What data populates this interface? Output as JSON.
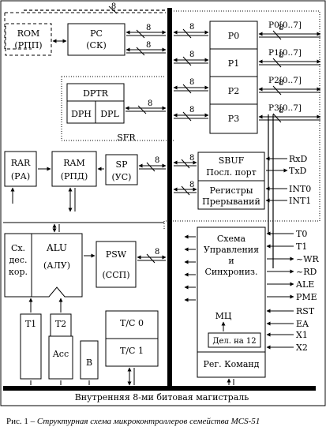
{
  "rom": {
    "name": "ROM",
    "sub": "(РПП)"
  },
  "pc": {
    "name": "PC",
    "sub": "(СК)"
  },
  "bus_width": "8",
  "ports": [
    "P0",
    "P1",
    "P2",
    "P3"
  ],
  "port_labels": [
    "P0[0..7]",
    "P1[0..7]",
    "P2[0..7]",
    "P3[0..7]"
  ],
  "dptr": {
    "name": "DPTR",
    "dph": "DPH",
    "dpl": "DPL"
  },
  "sfr": "SFR",
  "rar": {
    "name": "RAR",
    "sub": "(РА)"
  },
  "ram": {
    "name": "RAM",
    "sub": "(РПД)"
  },
  "sp": {
    "name": "SP",
    "sub": "(УС)"
  },
  "sbuf": {
    "line1": "SBUF",
    "line2": "Посл. порт"
  },
  "intregs": {
    "line1": "Регистры",
    "line2": "Прерываний"
  },
  "serial_signals": [
    "RxD",
    "TxD",
    "INT0",
    "INT1"
  ],
  "decimal_corr": [
    "Сх.",
    "дес.",
    "кор."
  ],
  "alu": {
    "name": "ALU",
    "sub": "(АЛУ)"
  },
  "psw": {
    "name": "PSW",
    "sub": "(ССП)"
  },
  "control": {
    "lines": [
      "Схема",
      "Управления",
      "и",
      "Синхрониз."
    ]
  },
  "control_signals": [
    "T0",
    "T1",
    "~WR",
    "~RD",
    "ALE",
    "PME",
    "RST",
    "EA",
    "X1",
    "X2"
  ],
  "mc": "МЦ",
  "divider": "Дел. на 12",
  "cmd_reg": "Рег. Команд",
  "t1": "T1",
  "t2": "T2",
  "acc": "Acc",
  "b": "B",
  "tc0": "T/C 0",
  "tc1": "T/C 1",
  "internal_bus": "Внутренняя 8-ми битовая магистраль",
  "caption": {
    "prefix": "Рис. 1 – ",
    "text": "Структурная схема микроконтроллеров семейства MCS-51"
  }
}
